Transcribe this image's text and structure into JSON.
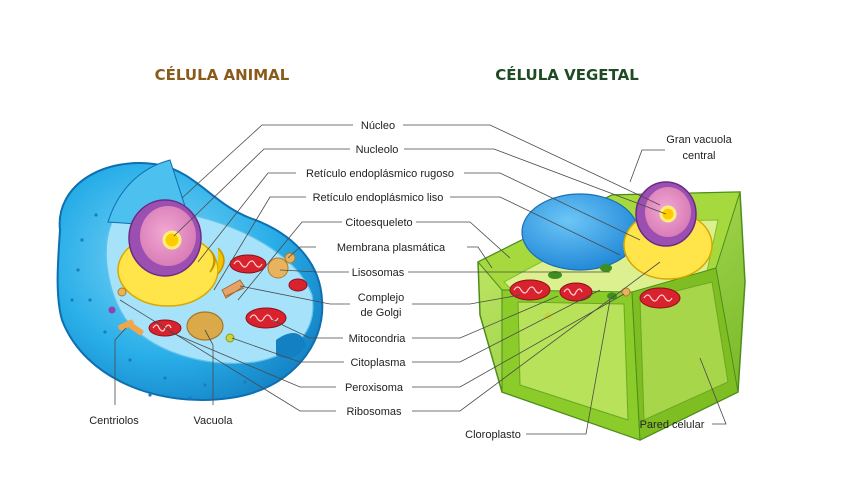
{
  "titles": {
    "animal": "CÉLULA ANIMAL",
    "vegetal": "CÉLULA VEGETAL"
  },
  "colors": {
    "animal_title": "#8a5a1a",
    "vegetal_title": "#1f4a23",
    "animal_cytoplasm": "#29aee8",
    "plant_wall": "#8fcc2c",
    "vacuole": "#2196e0",
    "nucleus": "#9b4fb0",
    "nucleolus": "#ffcc00",
    "mitochondria": "#d8222e",
    "golgi": "#f1c400"
  },
  "labels": {
    "center": [
      "Núcleo",
      "Nucleolo",
      "Retículo endoplásmico rugoso",
      "Retículo endoplásmico liso",
      "Citoesqueleto",
      "Membrana plasmática",
      "Lisosomas",
      "Complejo",
      "de Golgi",
      "Mitocondria",
      "Citoplasma",
      "Peroxisoma",
      "Ribosomas"
    ],
    "animal_bottom": [
      "Centriolos",
      "Vacuola"
    ],
    "plant": {
      "gran_vacuola_1": "Gran vacuola",
      "gran_vacuola_2": "central",
      "cloroplasto": "Cloroplasto",
      "pared": "Pared celular"
    }
  }
}
